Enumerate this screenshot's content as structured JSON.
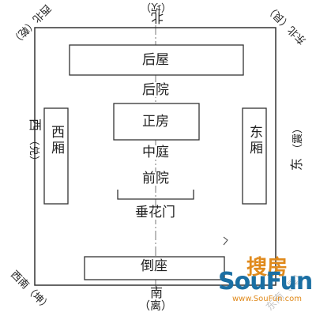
{
  "diagram": {
    "rooms": {
      "hou_wu": "后屋",
      "hou_yuan": "后院",
      "zheng_fang": "正房",
      "zhong_ting": "中庭",
      "qian_yuan": "前院",
      "chui_hua_men": "垂花门",
      "xi_xiang": "西厢",
      "dong_xiang": "东厢",
      "dao_zuo": "倒座"
    },
    "directions": {
      "north": "北",
      "north_trigram": "（坎）",
      "south": "南",
      "south_trigram": "（离）",
      "west": "西",
      "west_trigram": "（兑）",
      "east": "东",
      "east_trigram": "（震）",
      "northwest": "西北",
      "northwest_trigram": "（乾）",
      "northeast": "东北",
      "northeast_trigram": "（艮）",
      "southwest": "西南",
      "southwest_trigram": "（坤）",
      "southeast": "东南",
      "southeast_trigram": "（巽）"
    },
    "colors": {
      "line": "#333333",
      "axis": "#777777"
    }
  },
  "watermark": {
    "brand_en": "SouFun",
    "brand_cn": "搜房",
    "url": "www.SouFun.com"
  }
}
